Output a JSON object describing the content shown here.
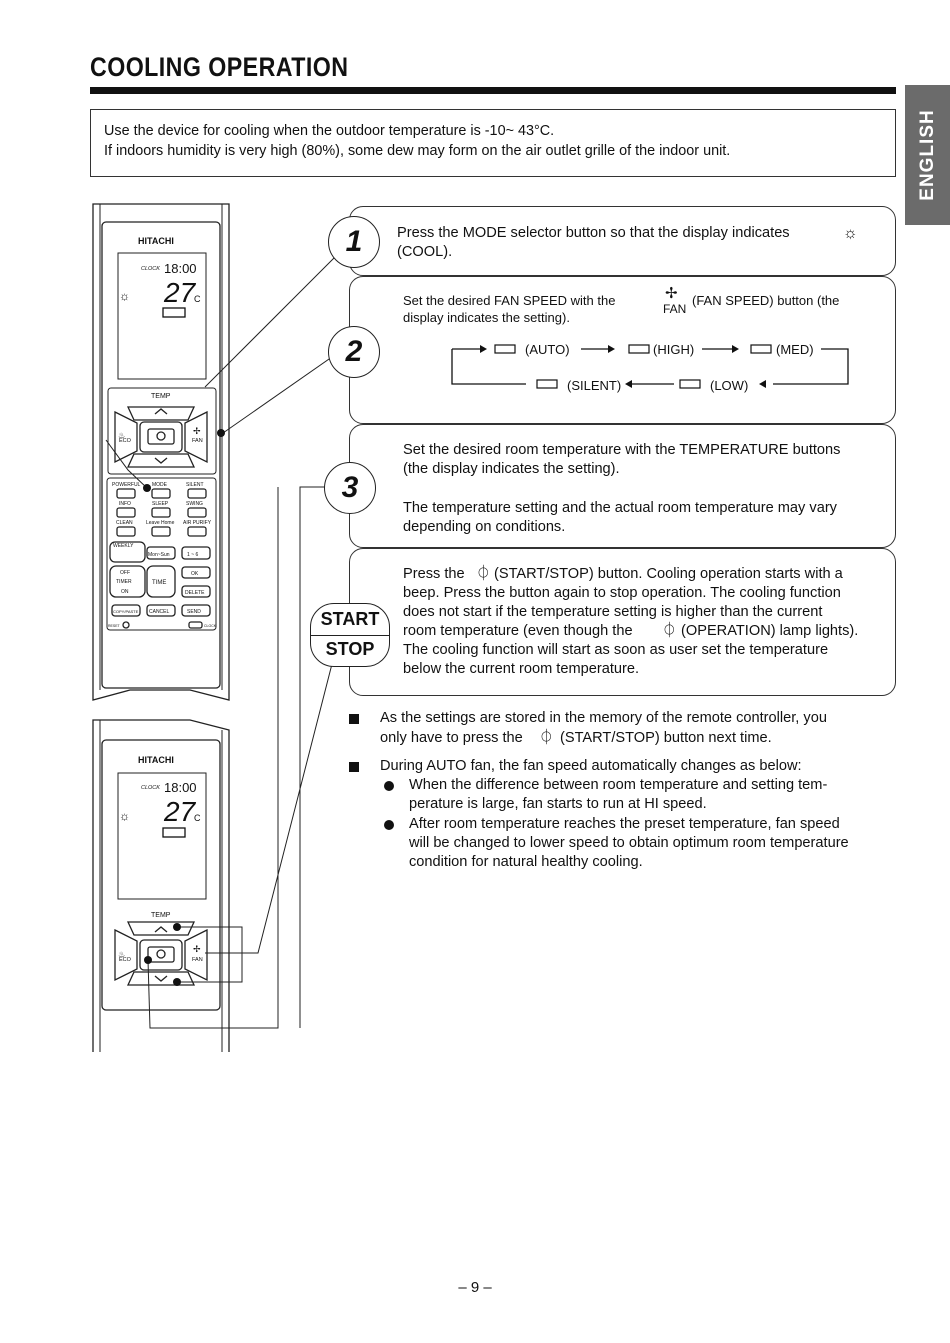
{
  "header": {
    "title": "COOLING OPERATION",
    "language_tab": "ENGLISH"
  },
  "intro": {
    "line1": "Use the device for cooling when the outdoor temperature is -10~ 43°C.",
    "line2": "If indoors humidity is very high (80%), some dew may form on the air outlet grille of the indoor unit."
  },
  "steps": [
    {
      "number": "1",
      "line1": "Press the MODE selector button so that the display indicates",
      "line2": "(COOL)."
    },
    {
      "number": "2",
      "line1a": "Set the desired FAN SPEED with the",
      "fan_label": "FAN",
      "line1b": "(FAN SPEED) button (the",
      "line2": "display indicates the setting).",
      "cycle": {
        "auto": "(AUTO)",
        "high": "(HIGH)",
        "med": "(MED)",
        "silent": "(SILENT)",
        "low": "(LOW)"
      }
    },
    {
      "number": "3",
      "p1_line1": "Set the desired room temperature with the TEMPERATURE buttons",
      "p1_line2": "(the display indicates the setting).",
      "p2_line1": "The temperature setting and the actual room temperature may vary",
      "p2_line2": "depending on conditions."
    },
    {
      "start_label": "START",
      "stop_label": "STOP",
      "l1a": "Press the",
      "l1b": "(START/STOP) button. Cooling operation starts with a",
      "l2": "beep. Press the button again to stop operation. The cooling function",
      "l3": "does not start if the temperature setting is higher than the current",
      "l4a": "room temperature (even though the",
      "l4b": "(OPERATION) lamp lights).",
      "l5": "The cooling function will start as soon as user set the temperature",
      "l6": "below the current room temperature."
    }
  ],
  "notes": {
    "n1_line1": "As the settings are stored in the memory of the remote controller, you",
    "n1_line2a": "only have to press the",
    "n1_line2b": "(START/STOP) button next time.",
    "n2_line1": "During AUTO fan, the fan speed automatically changes as below:",
    "b1_line1": "When the difference between room temperature and setting tem-",
    "b1_line2": "perature is large, fan starts to run at HI speed.",
    "b2_line1": "After room temperature reaches the preset temperature, fan speed",
    "b2_line2": "will be changed to lower speed to obtain optimum room temperature",
    "b2_line3": "condition for natural healthy cooling."
  },
  "remote": {
    "brand": "HITACHI",
    "clock_label": "CLOCK",
    "time": "18:00",
    "temp": "27",
    "unit": "C",
    "temp_label": "TEMP",
    "eco": "ECO",
    "fan": "FAN",
    "row1": [
      "POWERFUL",
      "MODE",
      "SILENT"
    ],
    "row2": [
      "INFO",
      "SLEEP",
      "SWING"
    ],
    "row3": [
      "CLEAN",
      "Leave Home",
      "AIR PURIFY"
    ],
    "weekly": "WEEKLY",
    "mon_sun": "Mon~Sun",
    "one_six": "1 ~ 6",
    "off": "OFF",
    "timer": "TIMER",
    "on": "ON",
    "time_label": "TIME",
    "ok": "OK",
    "delete": "DELETE",
    "copy_paste": "COPY/PASTE",
    "cancel": "CANCEL",
    "send": "SEND",
    "reset": "RESET",
    "clock_btn": "CLOCK"
  },
  "footer": {
    "page": "– 9 –"
  }
}
